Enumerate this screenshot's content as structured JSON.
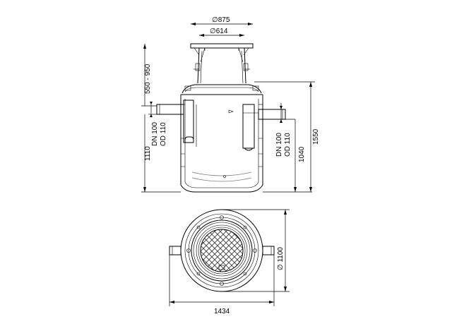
{
  "dimensions": {
    "lid_outer_diameter": "∅875",
    "lid_inner_diameter": "∅614",
    "riser_height_range": "550 - 950",
    "inlet_pipe": [
      "DN 100",
      "OD 110"
    ],
    "outlet_pipe": [
      "DN 100",
      "OD 110"
    ],
    "inlet_invert_height": "1110",
    "outlet_invert_height": "1040",
    "total_height": "1550",
    "tank_diameter": "∅ 1100",
    "overall_width": "1434"
  }
}
